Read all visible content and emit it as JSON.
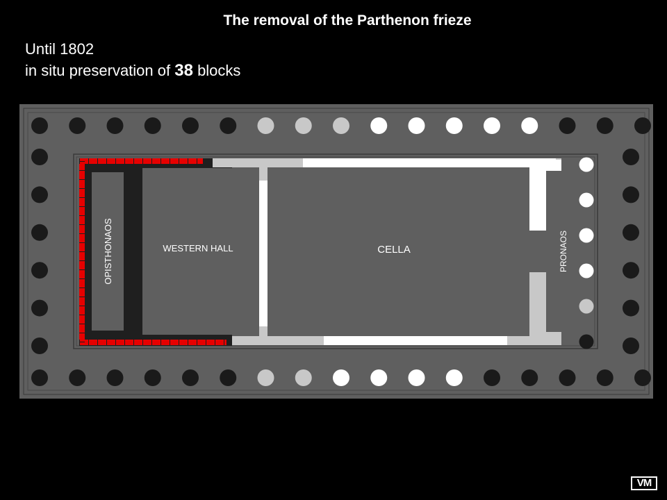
{
  "slide": {
    "title": "The removal of the Parthenon frieze",
    "line1": "Until 1802",
    "line2_prefix": "in situ preservation of",
    "line2_number": "38",
    "line2_suffix": "blocks"
  },
  "plan": {
    "labels": {
      "opisthonaos": "OPISTHONAOS",
      "western_hall": "WESTERN HALL",
      "cella": "CELLA",
      "pronaos": "PRONAOS"
    },
    "colors": {
      "background": "#000000",
      "stylobate": "#5f5f5f",
      "column_dark": "#1a1a1a",
      "column_light_grey": "#c8c8c8",
      "column_white": "#ffffff",
      "frieze_in_situ": "#e60000",
      "frieze_removed": "#ffffff",
      "frieze_partial": "#c8c8c8"
    },
    "columns": {
      "top_row": [
        "dark",
        "dark",
        "dark",
        "dark",
        "dark",
        "dark",
        "grey",
        "grey",
        "grey",
        "white",
        "white",
        "white",
        "white",
        "white",
        "dark",
        "dark",
        "dark"
      ],
      "bottom_row": [
        "dark",
        "dark",
        "dark",
        "dark",
        "dark",
        "dark",
        "grey",
        "grey",
        "white",
        "white",
        "white",
        "white",
        "dark",
        "dark",
        "dark",
        "dark",
        "dark"
      ],
      "left_column_rows": 6,
      "right_outer_rows": 6,
      "pronaos_row": [
        "white",
        "white",
        "white",
        "white",
        "grey",
        "dark"
      ]
    }
  },
  "logo": {
    "text": "VM"
  }
}
